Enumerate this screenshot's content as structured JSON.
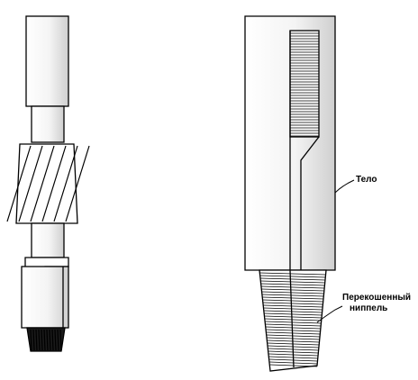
{
  "labels": {
    "body": "Тело",
    "nipple_line1": "Перекошенный",
    "nipple_line2": "ниппель"
  },
  "colors": {
    "ink": "#000000",
    "paper": "#ffffff",
    "shade": "#d8d8d8"
  }
}
